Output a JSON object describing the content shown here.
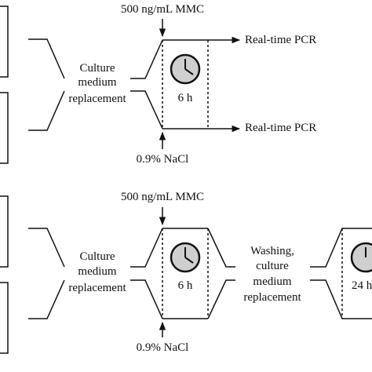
{
  "panel_top": {
    "treatment_label": "500 ng/mL MMC",
    "control_label": "0.9% NaCl",
    "step1_line1": "Culture",
    "step1_line2": "medium",
    "step1_line3": "replacement",
    "duration": "6 h",
    "output_upper": "Real-time PCR",
    "output_lower": "Real-time PCR"
  },
  "panel_bottom": {
    "treatment_label": "500 ng/mL MMC",
    "control_label": "0.9% NaCl",
    "step1_line1": "Culture",
    "step1_line2": "medium",
    "step1_line3": "replacement",
    "duration": "6 h",
    "step2_line1": "Washing,",
    "step2_line2": "culture",
    "step2_line3": "medium",
    "step2_line4": "replacement",
    "duration2": "24 h"
  },
  "colors": {
    "stroke": "#111111",
    "clock_face": "#cfcfcf",
    "background": "#ffffff"
  }
}
